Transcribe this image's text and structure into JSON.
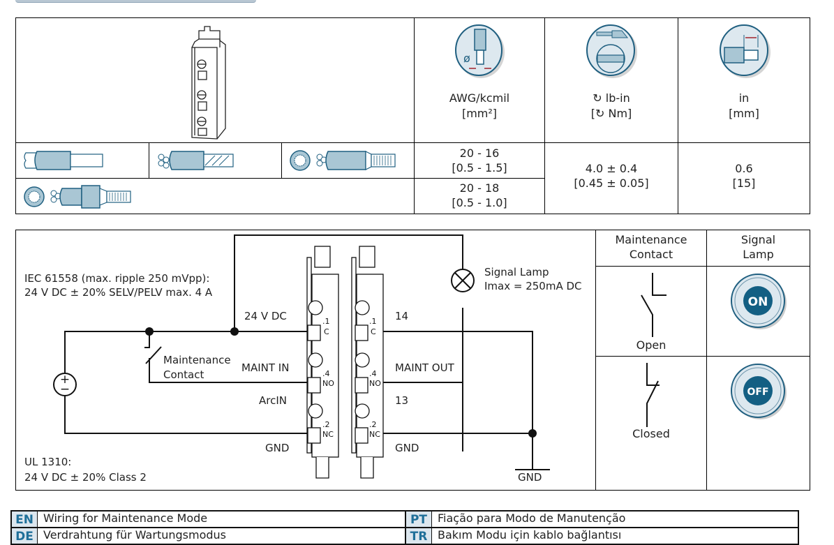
{
  "spec_table": {
    "headers": [
      {
        "icon": "conductor-cross-section-icon",
        "line1": "AWG/kcmil",
        "line2": "[mm²]"
      },
      {
        "icon": "screw-torque-icon",
        "line1": "↻ lb-in",
        "line2": "[↻ Nm]"
      },
      {
        "icon": "strip-length-icon",
        "line1": "in",
        "line2": "[mm]"
      }
    ],
    "conductor_types": [
      "solid-conductor-icon",
      "stranded-conductor-icon",
      "finely-stranded-ferrule-icon",
      "finely-stranded-insulated-ferrule-icon"
    ],
    "rows": [
      {
        "awg": "20 - 16",
        "mm2": "[0.5 - 1.5]"
      },
      {
        "awg": "20 - 18",
        "mm2": "[0.5 - 1.0]"
      }
    ],
    "torque": {
      "lbin": "4.0 ± 0.4",
      "nm": "[0.45 ± 0.05]"
    },
    "strip": {
      "in": "0.6",
      "mm": "[15]"
    }
  },
  "wiring": {
    "supply_iec_line1": "IEC 61558 (max. ripple 250 mVpp):",
    "supply_iec_line2": "24 V DC ± 20% SELV/PELV max. 4 A",
    "supply_ul_line1": "UL 1310:",
    "supply_ul_line2": "24 V DC ± 20% Class 2",
    "left_terminals": [
      "24 V DC",
      "MAINT IN",
      "ArcIN",
      "GND"
    ],
    "right_terminals": [
      "14",
      "MAINT OUT",
      "13",
      "GND"
    ],
    "maint_contact_line1": "Maintenance",
    "maint_contact_line2": "Contact",
    "lamp_line1": "Signal Lamp",
    "lamp_line2": "Imax = 250mA DC",
    "ground_label": "GND",
    "terminal_marks": [
      ".1",
      "C",
      ".4",
      "NO",
      ".2",
      "NC"
    ],
    "source_symbol": "±"
  },
  "state_table": {
    "col1_header_line1": "Maintenance",
    "col1_header_line2": "Contact",
    "col2_header_line1": "Signal",
    "col2_header_line2": "Lamp",
    "rows": [
      {
        "contact": "Open",
        "lamp": "ON"
      },
      {
        "contact": "Closed",
        "lamp": "OFF"
      }
    ]
  },
  "footer": {
    "rows": [
      {
        "lang_a": "EN",
        "text_a": "Wiring for Maintenance Mode",
        "lang_b": "PT",
        "text_b": "Fiação para Modo de Manutenção"
      },
      {
        "lang_a": "DE",
        "text_a": "Verdrahtung für Wartungsmodus",
        "lang_b": "TR",
        "text_b": "Bakım Modu için kablo bağlantısı"
      }
    ]
  },
  "colors": {
    "icon_fill": "#a9c6d4",
    "icon_stroke": "#1f5f80",
    "icon_bg": "#dde8ef",
    "lamp_dark": "#135f83"
  }
}
